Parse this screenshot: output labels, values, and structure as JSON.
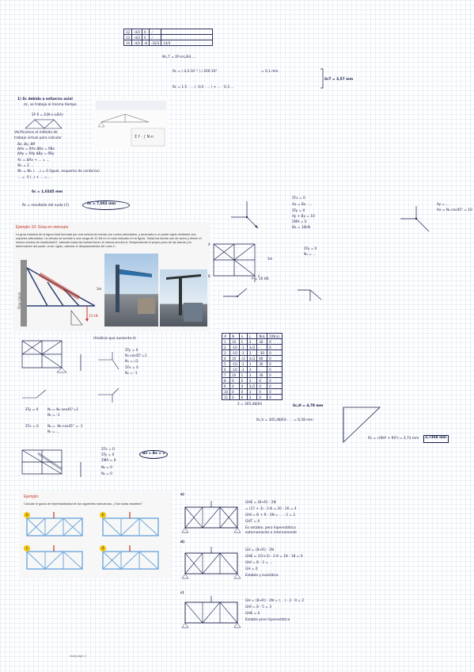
{
  "top_table": {
    "rows": [
      [
        "12",
        "-4/3",
        "0",
        "",
        ""
      ],
      [
        "13",
        "-4/3",
        "0",
        "",
        ""
      ],
      [
        "14",
        "-4/3",
        "-8",
        "-32/3",
        "14/3"
      ]
    ]
  },
  "top_notes": {
    "line_a": "W₁,T = ΣP·σ·L/EA ...",
    "line_b": "δc = ( 4,2·10⁻³ ) / 200·10³",
    "line_c": "= 0,1 mm",
    "line_d": "δc = 1,5 · ... ( -1/3 · ... ) + ... · 0,3 ...",
    "result": "δcT = 3,57 mm"
  },
  "section1": {
    "lines": [
      "1) δc debido a esfuerzo axial",
      "σc, se trabaja al mismo tiempo",
      "ΣF·δ = Σ(N·n·L/EA)",
      "Verificamos el método de",
      "trabajo virtual para calcular",
      "Δx, Δy, Δθ",
      "ΔAx = δAx   ΔBx = δBx",
      "ΔAy = δAy   ΔBy = δBy",
      "Ac = ΔAx + ... = ...",
      "W₁ = Σ ...",
      "W₁ = W₂ (.. ..) = 0  (Igual, esquema de contorno)",
      "... = -5 (..) + ... = ...",
      "δc = 1,0245 mm",
      "δc = resultado del nudo (C)"
    ],
    "final": "δc = 7,002 mm"
  },
  "example10": {
    "title": "Ejemplo 10: Grúa en ménsula",
    "body": "La grúa voladiza de la figura está formada por una celosía de barras con nudos articulados, y amarrada a un poste rígido mediante dos soportes articulados. La celosía se somete a una carga de 10 kN en el nudo indicado en la figura. Todas las barras son de acero y tienen el mismo módulo de elasticidad E, además todas las barras tienen la misma sección A. Despreciando el propio peso de las barras y la deformación del poste, al ser rígido, calcular el desplazamiento del nudo C.",
    "label_pilar": "Pilar rígido",
    "dim_3m": "3m",
    "load": "10 kN"
  },
  "right_notes": {
    "block1": [
      "ΣFx = 0",
      "Ax = Bx · ...",
      "ΣFy = 0",
      "Ay + By = 10",
      "ΣMA = 0",
      "Bx = 10kN"
    ],
    "block2": [
      "Ay = ...",
      "Ax = N₁·cos45° = 10"
    ],
    "block3": [
      "ΣFy = 0",
      "N₄ = ..."
    ],
    "load_label": "P = 10 kN",
    "label_A": "A",
    "label_B": "B",
    "label_C": "C",
    "label_3m": "3m"
  },
  "member_table": {
    "headers": [
      "#",
      "N",
      "n",
      "L",
      "NnL",
      "Σ(NnL)"
    ],
    "rows": [
      [
        "1",
        "10",
        "1",
        "3",
        "30",
        "0"
      ],
      [
        "2",
        "-10",
        "-1",
        "3√2",
        "-",
        "0"
      ],
      [
        "3",
        "-10",
        "-1",
        "3",
        "-30",
        "0"
      ],
      [
        "4",
        "10",
        "√2",
        "3√2",
        "60",
        "0"
      ],
      [
        "5",
        "-10",
        "-1",
        "3",
        "30",
        "0"
      ],
      [
        "6",
        "-10",
        "-1",
        "3",
        "-",
        "0"
      ],
      [
        "7",
        "10",
        "1",
        "3",
        "30",
        "0"
      ],
      [
        "8",
        "0",
        "0",
        "3",
        "0",
        "0"
      ],
      [
        "9",
        "0",
        "0",
        "3√2",
        "0",
        "0"
      ],
      [
        "10",
        "0",
        "0",
        "3",
        "0",
        "0"
      ],
      [
        "11",
        "0",
        "0",
        "3",
        "0",
        "0"
      ]
    ],
    "sum_label": "Σ = 305,48/EA",
    "result_h": "δc,H = 4,78 mm",
    "result_v": "δc,V = 305,48/EA · ... = 6,58 mm",
    "result_total": "δc = √(δH² + δV²) = 2,73 mm",
    "boxed": "2,7369 mm"
  },
  "mid_notes": {
    "heading": "(Análisis que aumenta σ)",
    "lines_a": [
      "ΣFy = 0",
      "N₁·cos45°=1",
      "N₁ = √2"
    ],
    "lines_b": [
      "ΣFx = 0",
      "N₂ = -1"
    ],
    "lines_c": [
      "ΣFy = 0",
      "N₃ = N₄·sen45°=1",
      "N₅ = -1"
    ],
    "lines_d": [
      "ΣFx = 0",
      "N₆ = -N₁·cos45° = -1",
      "N₇ = ..."
    ],
    "lines_e": [
      "ΣFx = 0",
      "ΣFy = 0",
      "ΣMA = 0",
      "N₈ = 0",
      "N₉ = 0"
    ],
    "boxed": "Ax = Bx = 1"
  },
  "example2": {
    "title": "Ejemplo:",
    "body": "Calcular el grado de hiperestaticidad de las siguientes estructuras. ¿Son todas estables?",
    "labels": [
      "a",
      "b",
      "c",
      "d"
    ]
  },
  "bottom_notes": {
    "a_label": "a)",
    "a_lines": [
      "GHE = (B+R) - 2N",
      "= (17 + 3) - 2·8 = 20 - 16 = 4",
      "GHI = B + R - 2N = ... - 2 = 2",
      "GHT = 6",
      "Es estable, pero hiperestática",
      "externamente e internamente"
    ],
    "d_label": "d)",
    "d_lines": [
      "GH = (B+R) - 2N",
      "GHE = (15+3) - 2·9 = 18 - 18 = 0",
      "GHI = B - 2 = ...",
      "GH = 0",
      "Estable y isostática"
    ],
    "c_label": "c)",
    "c_lines": [
      "GH = (B+R) - 2N = (... ) - 2 · 9 = 2",
      "GHI = 8 - 5 = 3",
      "GHE = 0",
      "Estable pero hiperestática"
    ]
  },
  "footer": "study  page x/"
}
